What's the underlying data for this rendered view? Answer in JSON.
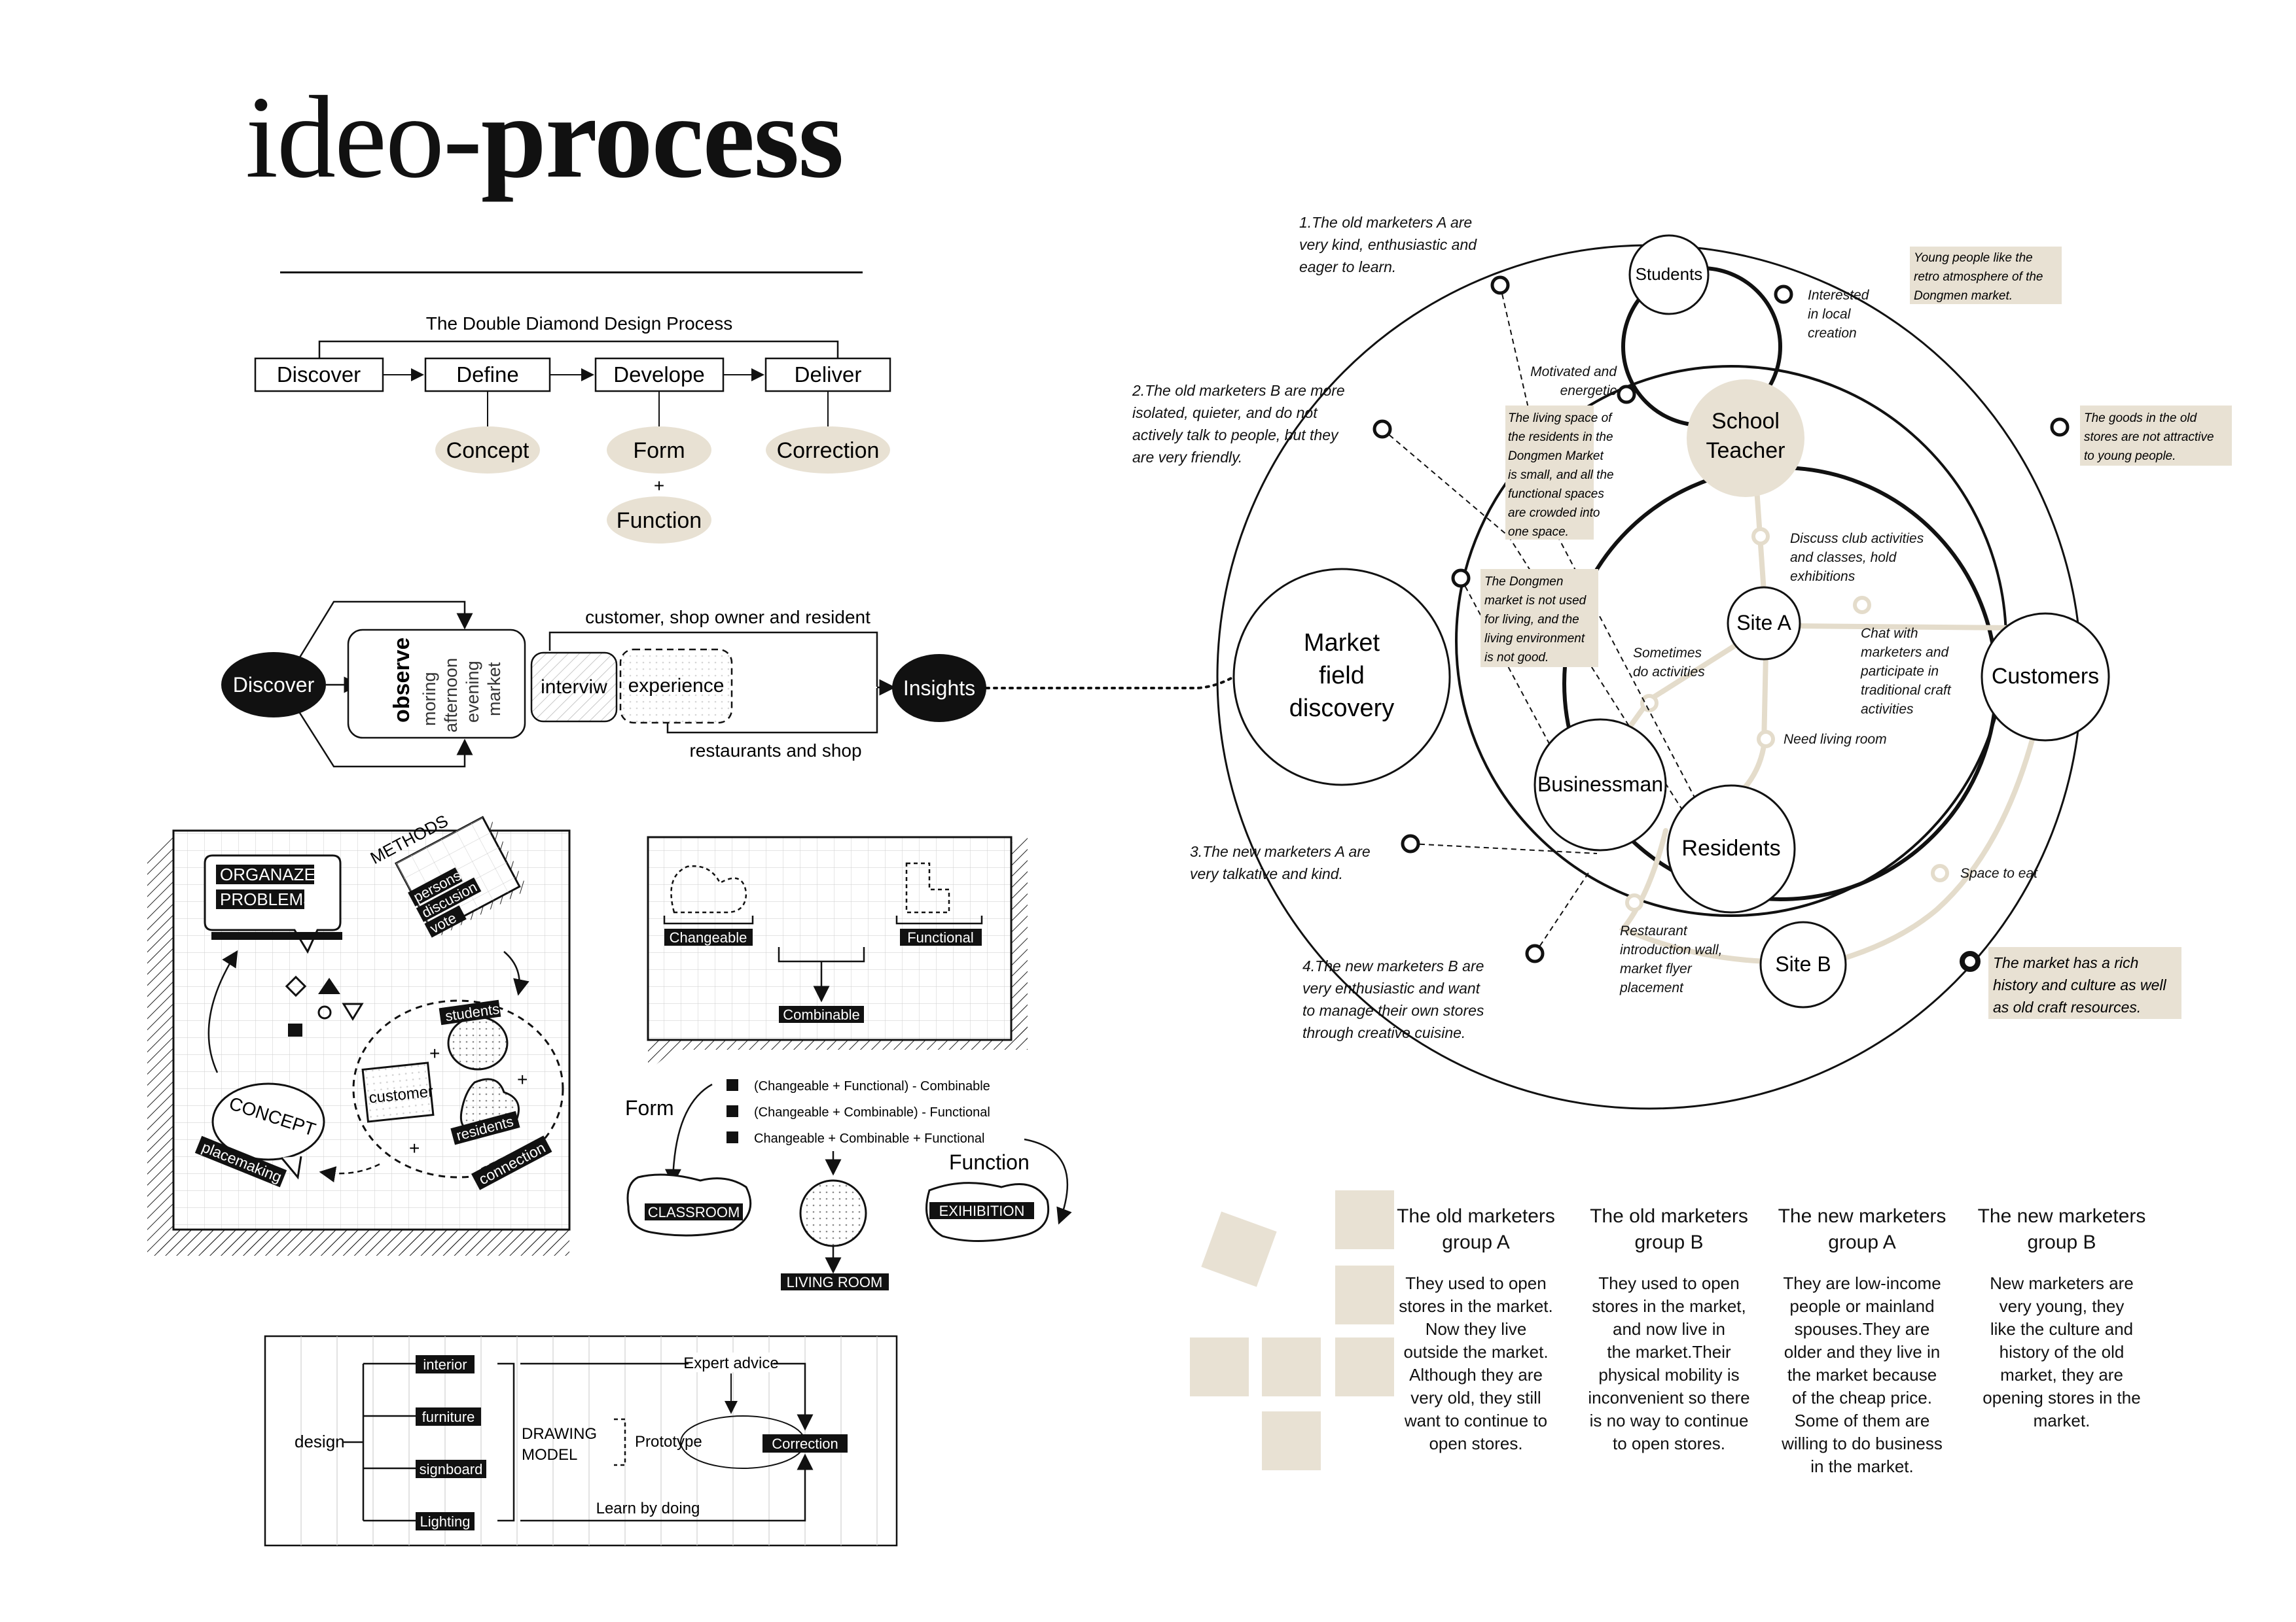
{
  "title": {
    "light": "ideo-",
    "bold": "process"
  },
  "double_diamond": {
    "heading": "The Double Diamond Design Process",
    "stages": [
      "Discover",
      "Define",
      "Develope",
      "Deliver"
    ],
    "outputs": {
      "concept": "Concept",
      "form": "Form",
      "plus": "+",
      "function": "Function",
      "correction": "Correction"
    }
  },
  "discover_flow": {
    "start": "Discover",
    "observe": "observe",
    "times": [
      "moring",
      "afternoon",
      "evening",
      "market"
    ],
    "interview": "interviw",
    "experience": "experience",
    "top_label": "customer, shop owner and resident",
    "bottom_label": "restaurants and shop",
    "end": "Insights"
  },
  "concept_panel": {
    "organize": [
      "ORGANAZE",
      "PROBLEMS"
    ],
    "methods": "METHODS",
    "method_tags": [
      "persons",
      "discusion",
      "vote"
    ],
    "students": "students",
    "customer": "customer",
    "residents": "residents",
    "concept": "CONCEPT",
    "placemaking": "placemaking",
    "connection": "connection"
  },
  "form_panel": {
    "changeable": "Changeable",
    "functional": "Functional",
    "combinable": "Combinable",
    "form": "Form",
    "function": "Function",
    "options": [
      "(Changeable + Functional) - Combinable",
      "(Changeable + Combinable) - Functional",
      "Changeable + Combinable + Functional"
    ],
    "classroom": "CLASSROOM",
    "living_room": "LIVING ROOM",
    "exhibition": "EXIHIBITION"
  },
  "design_panel": {
    "design": "design",
    "items": [
      "interior",
      "furniture",
      "signboard",
      "Lighting"
    ],
    "drawing": "DRAWING",
    "model": "MODEL",
    "prototype": "Prototype",
    "correction": "Correction",
    "expert": "Expert advice",
    "learn": "Learn by doing"
  },
  "network": {
    "market": [
      "Market",
      "field",
      "discovery"
    ],
    "students": "Students",
    "school": [
      "School",
      "Teacher"
    ],
    "site_a": "Site A",
    "site_b": "Site B",
    "customers": "Customers",
    "businessman": "Businessman",
    "residents": "Residents",
    "labels": {
      "interested": [
        "Interested",
        "in local",
        "creation"
      ],
      "motivated": [
        "Motivated and",
        "energetic"
      ],
      "discuss": [
        "Discuss club activities",
        "and classes, hold",
        "exhibitions"
      ],
      "chat": [
        "Chat with",
        "marketers and",
        "participate in",
        "traditional craft",
        "activities"
      ],
      "sometimes": [
        "Sometimes",
        "do activities"
      ],
      "need_living": "Need living room",
      "space_to_eat": "Space to eat",
      "restaurant": [
        "Restaurant",
        "introduction wall,",
        "market flyer",
        "placement"
      ]
    },
    "notes": {
      "living_space": [
        "The living space of",
        "the residents in the",
        "Dongmen Market",
        "is small, and all the",
        "functional spaces",
        "are crowded into",
        "one space."
      ],
      "not_used": [
        "The Dongmen",
        "market is not used",
        "for living, and the",
        "living environment",
        "is not good."
      ],
      "young": [
        "Young people like the",
        "retro atmosphere of the",
        "Dongmen market."
      ],
      "goods": [
        "The goods in the old",
        "stores are not attractive",
        "to young people."
      ],
      "history": [
        "The market has a rich",
        "history and culture as well",
        "as old craft resources."
      ]
    },
    "groups_text": {
      "a_old": [
        "1.The old marketers A are",
        "very kind, enthusiastic and",
        "eager to learn."
      ],
      "b_old": [
        "2.The old marketers B are more",
        "isolated, quieter, and do not",
        "actively talk to people, but they",
        "are very friendly."
      ],
      "a_new": [
        "3.The new marketers A are",
        "very talkative and kind."
      ],
      "b_new": [
        "4.The new marketers B are",
        "very enthusiastic and want",
        "to manage their own stores",
        "through creative cuisine."
      ]
    }
  },
  "table": [
    {
      "head": [
        "The old marketers",
        "group A"
      ],
      "body": [
        "They used to open",
        "stores in the market.",
        "Now they live",
        "outside the market.",
        "Although they are",
        "very old, they still",
        "want to continue to",
        "open stores."
      ]
    },
    {
      "head": [
        "The old marketers",
        "group B"
      ],
      "body": [
        "They used to open",
        "stores in the market,",
        "and now live in",
        "the market.Their",
        "physical mobility is",
        "inconvenient so there",
        "is no way to continue",
        "to open stores."
      ]
    },
    {
      "head": [
        "The new marketers",
        "group A"
      ],
      "body": [
        "They are low-income",
        "people or mainland",
        "spouses.They are",
        "older and they live in",
        "the market because",
        "of the cheap price.",
        "Some of them are",
        "willing to do business",
        "in the market."
      ]
    },
    {
      "head": [
        "The new marketers",
        "group B"
      ],
      "body": [
        "New marketers are",
        "very young, they",
        "like the culture and",
        "history of the old",
        "market, they are",
        "opening stores in the",
        "market."
      ]
    }
  ],
  "colors": {
    "beige": "#e8e1d3",
    "ink": "#111111",
    "line": "#e4dccb"
  }
}
